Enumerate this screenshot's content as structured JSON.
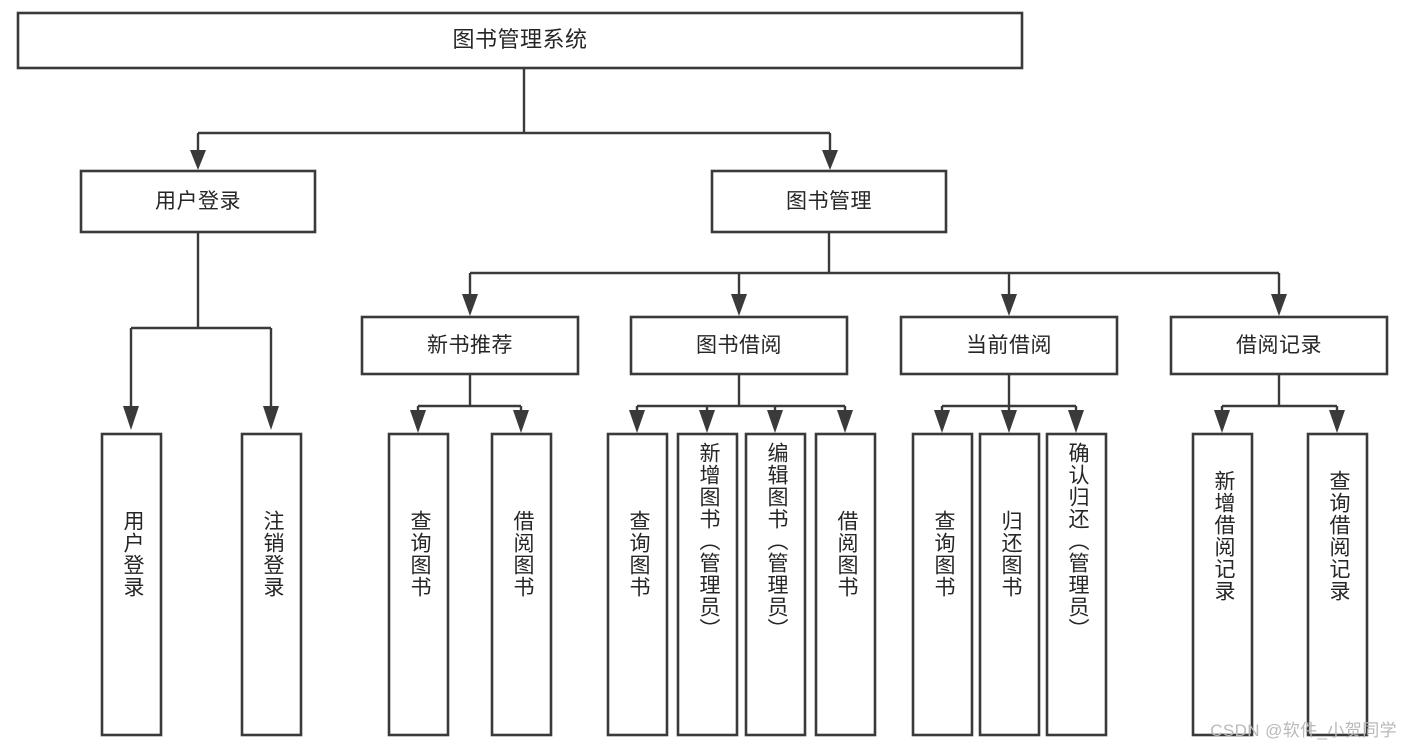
{
  "diagram": {
    "title": "图书管理系统",
    "type": "tree-hierarchy-diagram",
    "colors": {
      "box_stroke": "#3a3a3a",
      "box_fill": "#ffffff",
      "connector": "#3a3a3a",
      "text": "#262626",
      "background": "#ffffff",
      "watermark": "#b9b9b9"
    },
    "watermark": "CSDN @软件_小贺同学",
    "nodes": {
      "root": {
        "label": "图书管理系统"
      },
      "level2": [
        {
          "label": "用户登录"
        },
        {
          "label": "图书管理"
        }
      ],
      "level3": [
        {
          "label": "新书推荐"
        },
        {
          "label": "图书借阅"
        },
        {
          "label": "当前借阅"
        },
        {
          "label": "借阅记录"
        }
      ],
      "leaves": {
        "user_login": [
          {
            "label": "用户登录"
          },
          {
            "label": "注销登录"
          }
        ],
        "new_book_recommend": [
          {
            "label": "查询图书"
          },
          {
            "label": "借阅图书"
          }
        ],
        "book_borrow": [
          {
            "label": "查询图书"
          },
          {
            "label": "新增图书（管理员）"
          },
          {
            "label": "编辑图书（管理员）"
          },
          {
            "label": "借阅图书"
          }
        ],
        "current_borrow": [
          {
            "label": "查询图书"
          },
          {
            "label": "归还图书"
          },
          {
            "label": "确认归还（管理员）"
          }
        ],
        "borrow_record": [
          {
            "label": "新增借阅记录"
          },
          {
            "label": "查询借阅记录"
          }
        ]
      }
    }
  }
}
